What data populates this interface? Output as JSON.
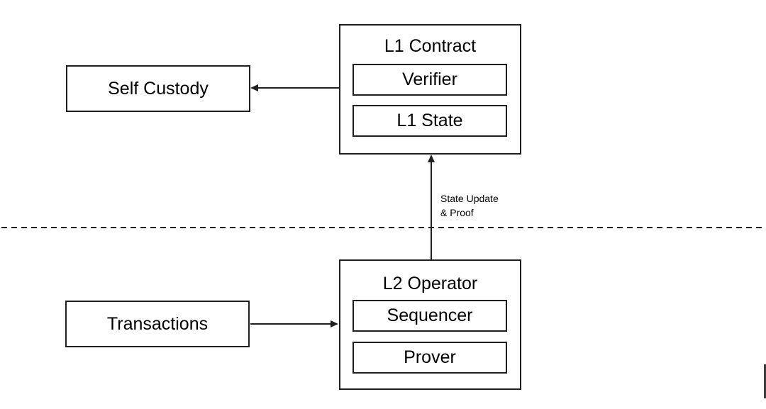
{
  "diagram": {
    "background_color": "#ffffff",
    "stroke_color": "#1f1f1f",
    "text_color": "#000000",
    "l1_contract": {
      "title": "L1 Contract",
      "children": [
        {
          "label": "Verifier"
        },
        {
          "label": "L1 State"
        }
      ]
    },
    "l2_operator": {
      "title": "L2 Operator",
      "children": [
        {
          "label": "Sequencer"
        },
        {
          "label": "Prover"
        }
      ]
    },
    "self_custody": {
      "label": "Self Custody"
    },
    "transactions": {
      "label": "Transactions"
    },
    "arrows": {
      "l2_to_l1_label_line1": "State Update",
      "l2_to_l1_label_line2": "& Proof"
    }
  }
}
